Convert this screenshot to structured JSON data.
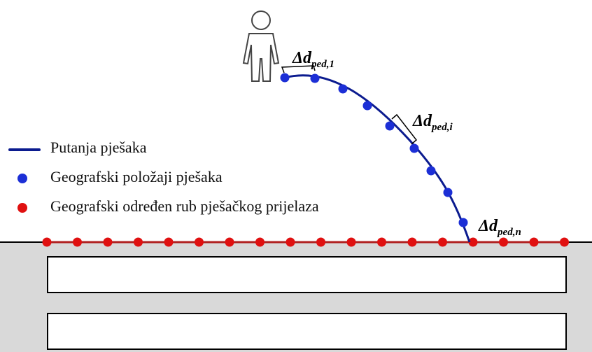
{
  "legend": {
    "trajectory_label": "Putanja pješaka",
    "pedestrian_positions_label": "Geografski položaji pješaka",
    "crossing_edge_label": "Geografski određen rub pješačkog prijelaza"
  },
  "annotations": [
    {
      "delta": "Δ",
      "var": "d",
      "sub": "ped,1"
    },
    {
      "delta": "Δ",
      "var": "d",
      "sub": "ped,i"
    },
    {
      "delta": "Δ",
      "var": "d",
      "sub": "ped,n"
    }
  ],
  "colors": {
    "trajectory": "#0b1b8f",
    "pedestrian_point": "#1c2fd6",
    "edge_point": "#e01010",
    "edge_line": "#b02020",
    "sidewalk": "#d9d9d9"
  },
  "icons": {
    "pedestrian": "person-outline-icon"
  }
}
